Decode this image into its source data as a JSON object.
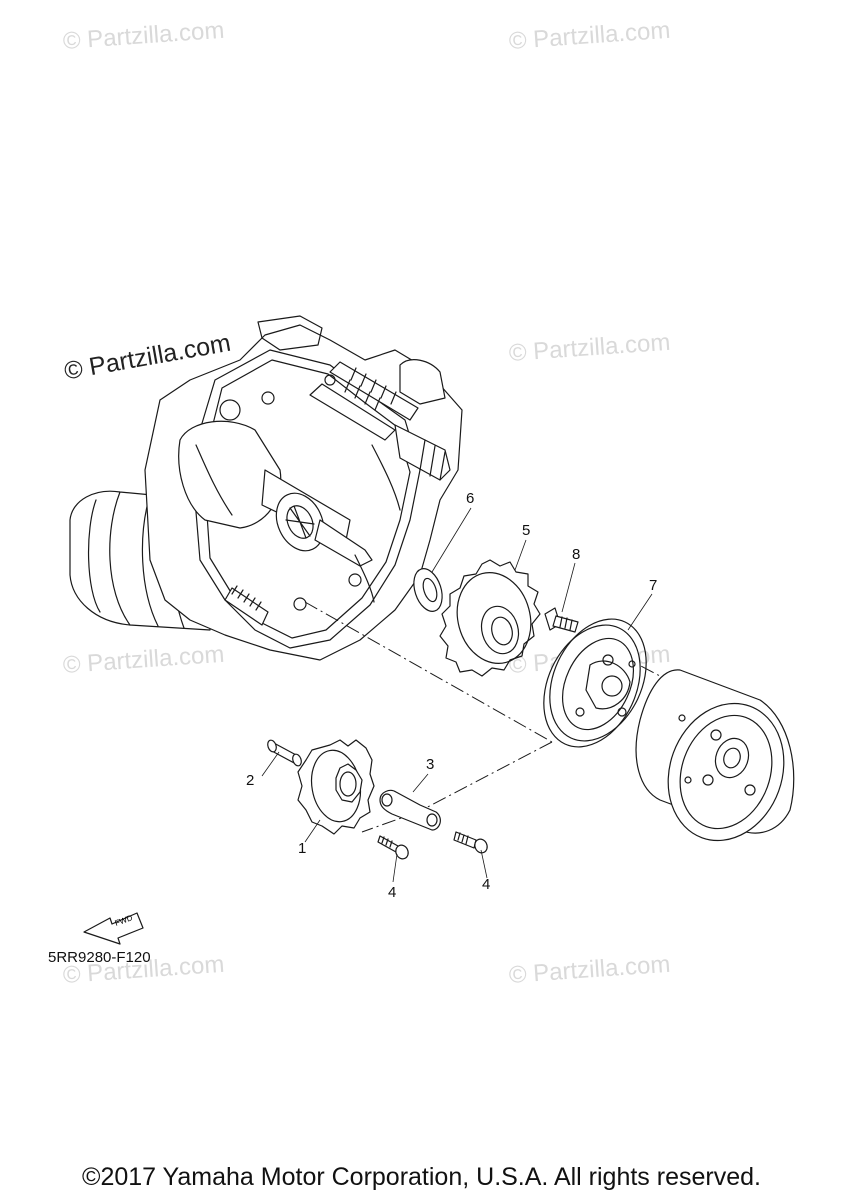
{
  "watermark_text": "© Partzilla.com",
  "diagram_code": "5RR9280-F120",
  "fwd_label": "FWD",
  "copyright": "©2017 Yamaha Motor Corporation, U.S.A. All rights reserved.",
  "callouts": {
    "c1": "1",
    "c2": "2",
    "c3": "3",
    "c4a": "4",
    "c4b": "4",
    "c5": "5",
    "c6": "6",
    "c7": "7",
    "c8": "8"
  }
}
